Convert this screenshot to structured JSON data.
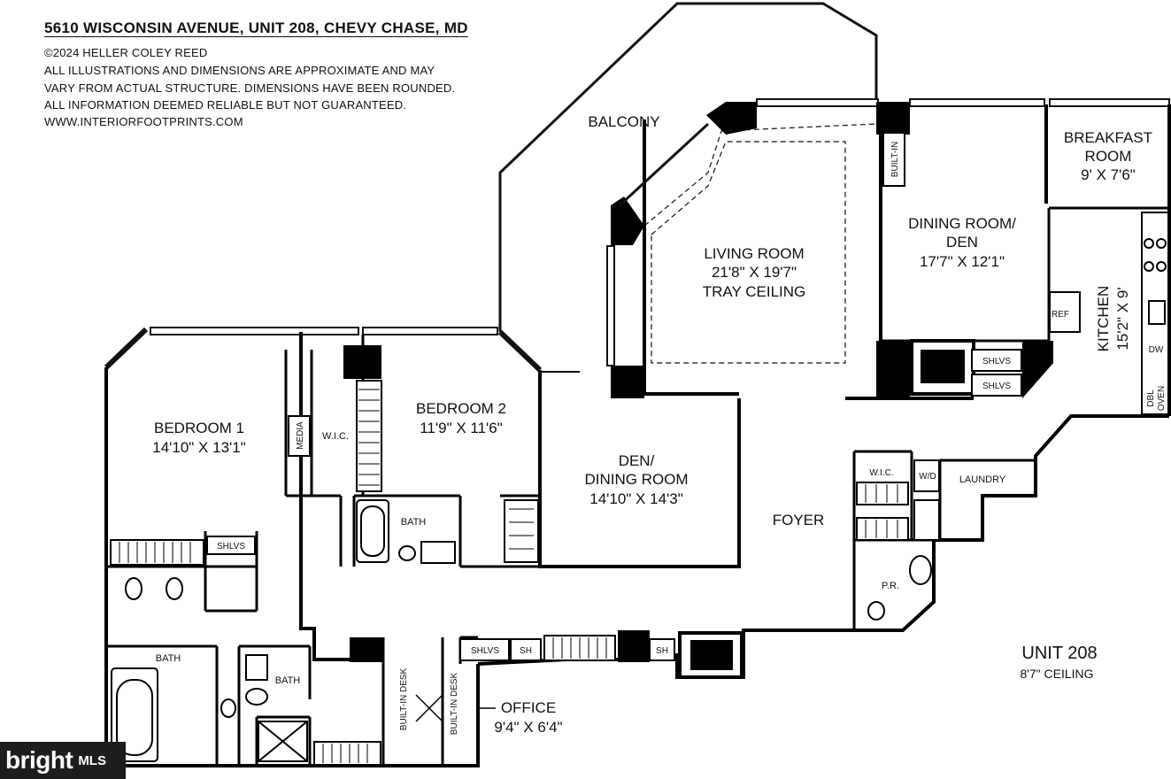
{
  "header": {
    "title": "5610 WISCONSIN AVENUE, UNIT 208, CHEVY CHASE, MD",
    "lines": [
      "©2024 HELLER COLEY REED",
      "ALL ILLUSTRATIONS AND DIMENSIONS ARE APPROXIMATE AND MAY",
      "VARY FROM ACTUAL STRUCTURE. DIMENSIONS HAVE BEEN ROUNDED.",
      "ALL INFORMATION DEEMED RELIABLE BUT NOT GUARANTEED.",
      "WWW.INTERIORFOOTPRINTS.COM"
    ]
  },
  "rooms": {
    "balcony": "BALCONY",
    "living_room": [
      "LIVING ROOM",
      "21'8\" X 19'7\"",
      "TRAY CEILING"
    ],
    "dining_room_den": [
      "DINING ROOM/",
      "DEN",
      "17'7\" X 12'1\""
    ],
    "breakfast_room": [
      "BREAKFAST",
      "ROOM",
      "9' X 7'6\""
    ],
    "kitchen": [
      "KITCHEN",
      "15'2\" X 9'"
    ],
    "bedroom1": [
      "BEDROOM 1",
      "14'10\" X 13'1\""
    ],
    "bedroom2": [
      "BEDROOM 2",
      "11'9\" X 11'6\""
    ],
    "den_dining_room": [
      "DEN/",
      "DINING ROOM",
      "14'10\" X 14'3\""
    ],
    "foyer": "FOYER",
    "laundry": "LAUNDRY",
    "bath_main": "BATH",
    "bath_small": "BATH",
    "bath_b2": "BATH",
    "pr": "P.R.",
    "office": [
      "OFFICE",
      "9'4\" X 6'4\""
    ],
    "wic_master": "W.I.C.",
    "wic_laundry": "W.I.C."
  },
  "fixtures": {
    "built_in": "BUILT-IN",
    "built_in_desk": "BUILT-IN DESK",
    "shlvs": "SHLVS",
    "sh": "SH",
    "ref": "REF",
    "dw": "DW",
    "dbl_oven": [
      "DBL",
      "OVEN"
    ],
    "wd": "W/D",
    "media": "MEDIA"
  },
  "unit": {
    "name": "UNIT 208",
    "ceiling": "8'7\" CEILING"
  },
  "badge": {
    "brand": "bright",
    "suffix": "MLS"
  }
}
